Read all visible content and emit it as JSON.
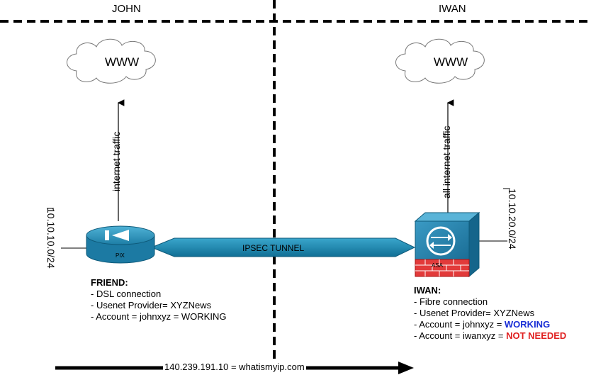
{
  "sites": {
    "left": "JOHN",
    "right": "IWAN"
  },
  "clouds": {
    "left": "WWW",
    "right": "WWW"
  },
  "traffic": {
    "left": "internet traffic",
    "right": "all internet traffic"
  },
  "networks": {
    "left": "10.10.10.0/24",
    "right": "10.10.20.0/24"
  },
  "devices": {
    "left": "PIX",
    "right": "ASA"
  },
  "tunnel": "IPSEC TUNNEL",
  "friend": {
    "title": "FRIEND:",
    "lines": [
      "- DSL connection",
      "- Usenet Provider= XYZNews",
      "- Account = johnxyz = WORKING"
    ]
  },
  "iwan": {
    "title": "IWAN:",
    "line1": "- Fibre connection",
    "line2": "- Usenet Provider= XYZNews",
    "line3_prefix": "- Account = johnxyz = ",
    "line3_status": "WORKING",
    "line4_prefix": "- Account = iwanxyz = ",
    "line4_status": "NOT NEEDED"
  },
  "bottom": "140.239.191.10 = whatismyip.com",
  "colors": {
    "tunnel": "#1a8fb5",
    "device": "#1f7fa8",
    "working": "#1a2fd6",
    "not_needed": "#e02020"
  }
}
